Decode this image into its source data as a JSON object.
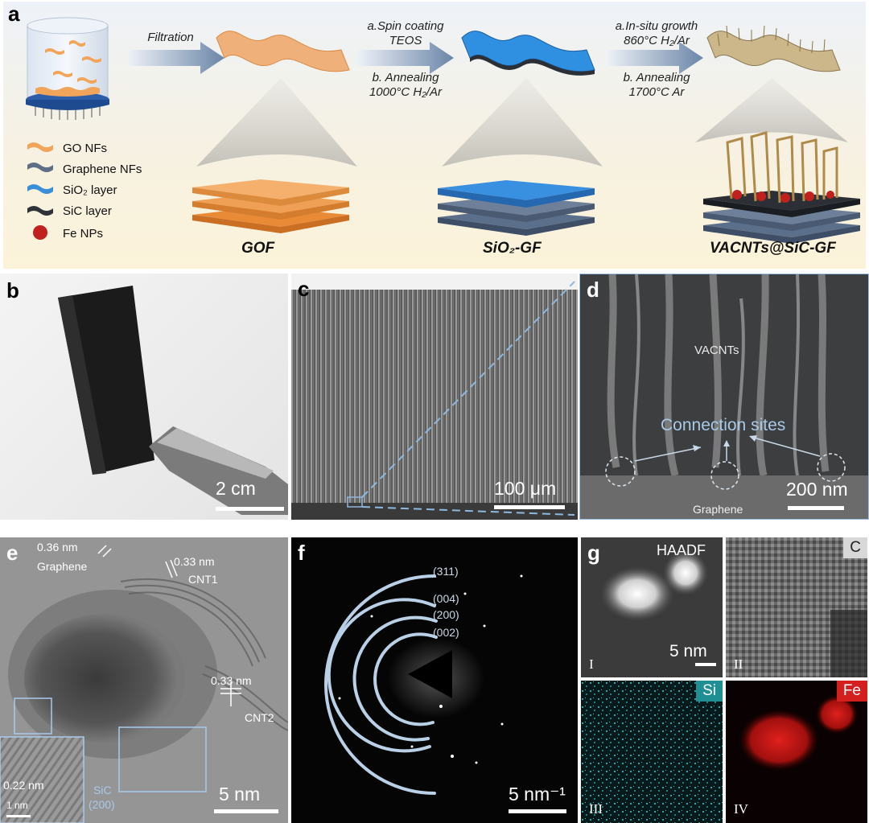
{
  "panel_a": {
    "letter": "a",
    "step1": "Filtration",
    "step2_a": "a.Spin coating",
    "step2_a2": "TEOS",
    "step2_b": "b. Annealing",
    "step2_b2": "1000°C H₂/Ar",
    "step3_a": "a.In-situ growth",
    "step3_a2": "860°C H₂/Ar",
    "step3_b": "b. Annealing",
    "step3_b2": "1700°C Ar",
    "legend": [
      {
        "label": "GO NFs",
        "color": "#f0a55a"
      },
      {
        "label": "Graphene NFs",
        "color": "#5e6e85"
      },
      {
        "label": "SiO₂ layer",
        "color": "#3b8fd9"
      },
      {
        "label": "SiC layer",
        "color": "#2f3238"
      },
      {
        "label": "Fe NPs",
        "color": "#c0201e"
      }
    ],
    "labels": {
      "gof": "GOF",
      "sio2gf": "SiO₂-GF",
      "vacnts": "VACNTs@SiC-GF"
    }
  },
  "panel_b": {
    "letter": "b",
    "scale": "2 cm"
  },
  "panel_c": {
    "letter": "c",
    "scale": "100 μm"
  },
  "panel_d": {
    "letter": "d",
    "vacnts": "VACNTs",
    "connection": "Connection sites",
    "graphene": "Graphene",
    "scale": "200 nm"
  },
  "panel_e": {
    "letter": "e",
    "d1": "0.36 nm",
    "graphene": "Graphene",
    "d2": "0.33 nm",
    "cnt1": "CNT1",
    "d3": "0.33 nm",
    "cnt2": "CNT2",
    "d4": "0.22 nm",
    "inset_scale": "1 nm",
    "sic": "SiC",
    "sic_plane": "(200)",
    "scale": "5 nm"
  },
  "panel_f": {
    "letter": "f",
    "rings": [
      "(311)",
      "(004)",
      "(200)",
      "(002)"
    ],
    "scale": "5 nm⁻¹"
  },
  "panel_g": {
    "letter": "g",
    "haadf": "HAADF",
    "c": "C",
    "si": "Si",
    "fe": "Fe",
    "scale": "5 nm",
    "roman": [
      "I",
      "II",
      "III",
      "IV"
    ],
    "colors": {
      "si": "#2aa3a8",
      "fe": "#d41f1f"
    }
  }
}
